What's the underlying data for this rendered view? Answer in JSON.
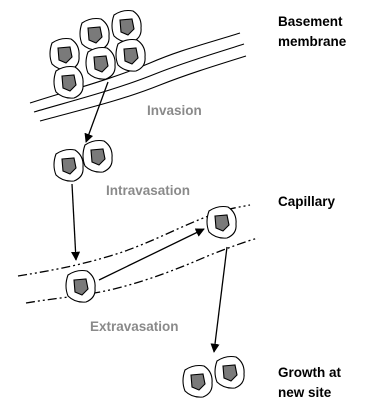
{
  "labels": {
    "basement_membrane_line1": "Basement",
    "basement_membrane_line2": "membrane",
    "invasion": "Invasion",
    "intravasation": "Intravasation",
    "capillary": "Capillary",
    "extravasation": "Extravasation",
    "growth_line1": "Growth at",
    "growth_line2": "new site"
  },
  "colors": {
    "nucleus_fill": "#7a7a7a",
    "step_label": "#8a8a8a",
    "side_label": "#000000"
  }
}
